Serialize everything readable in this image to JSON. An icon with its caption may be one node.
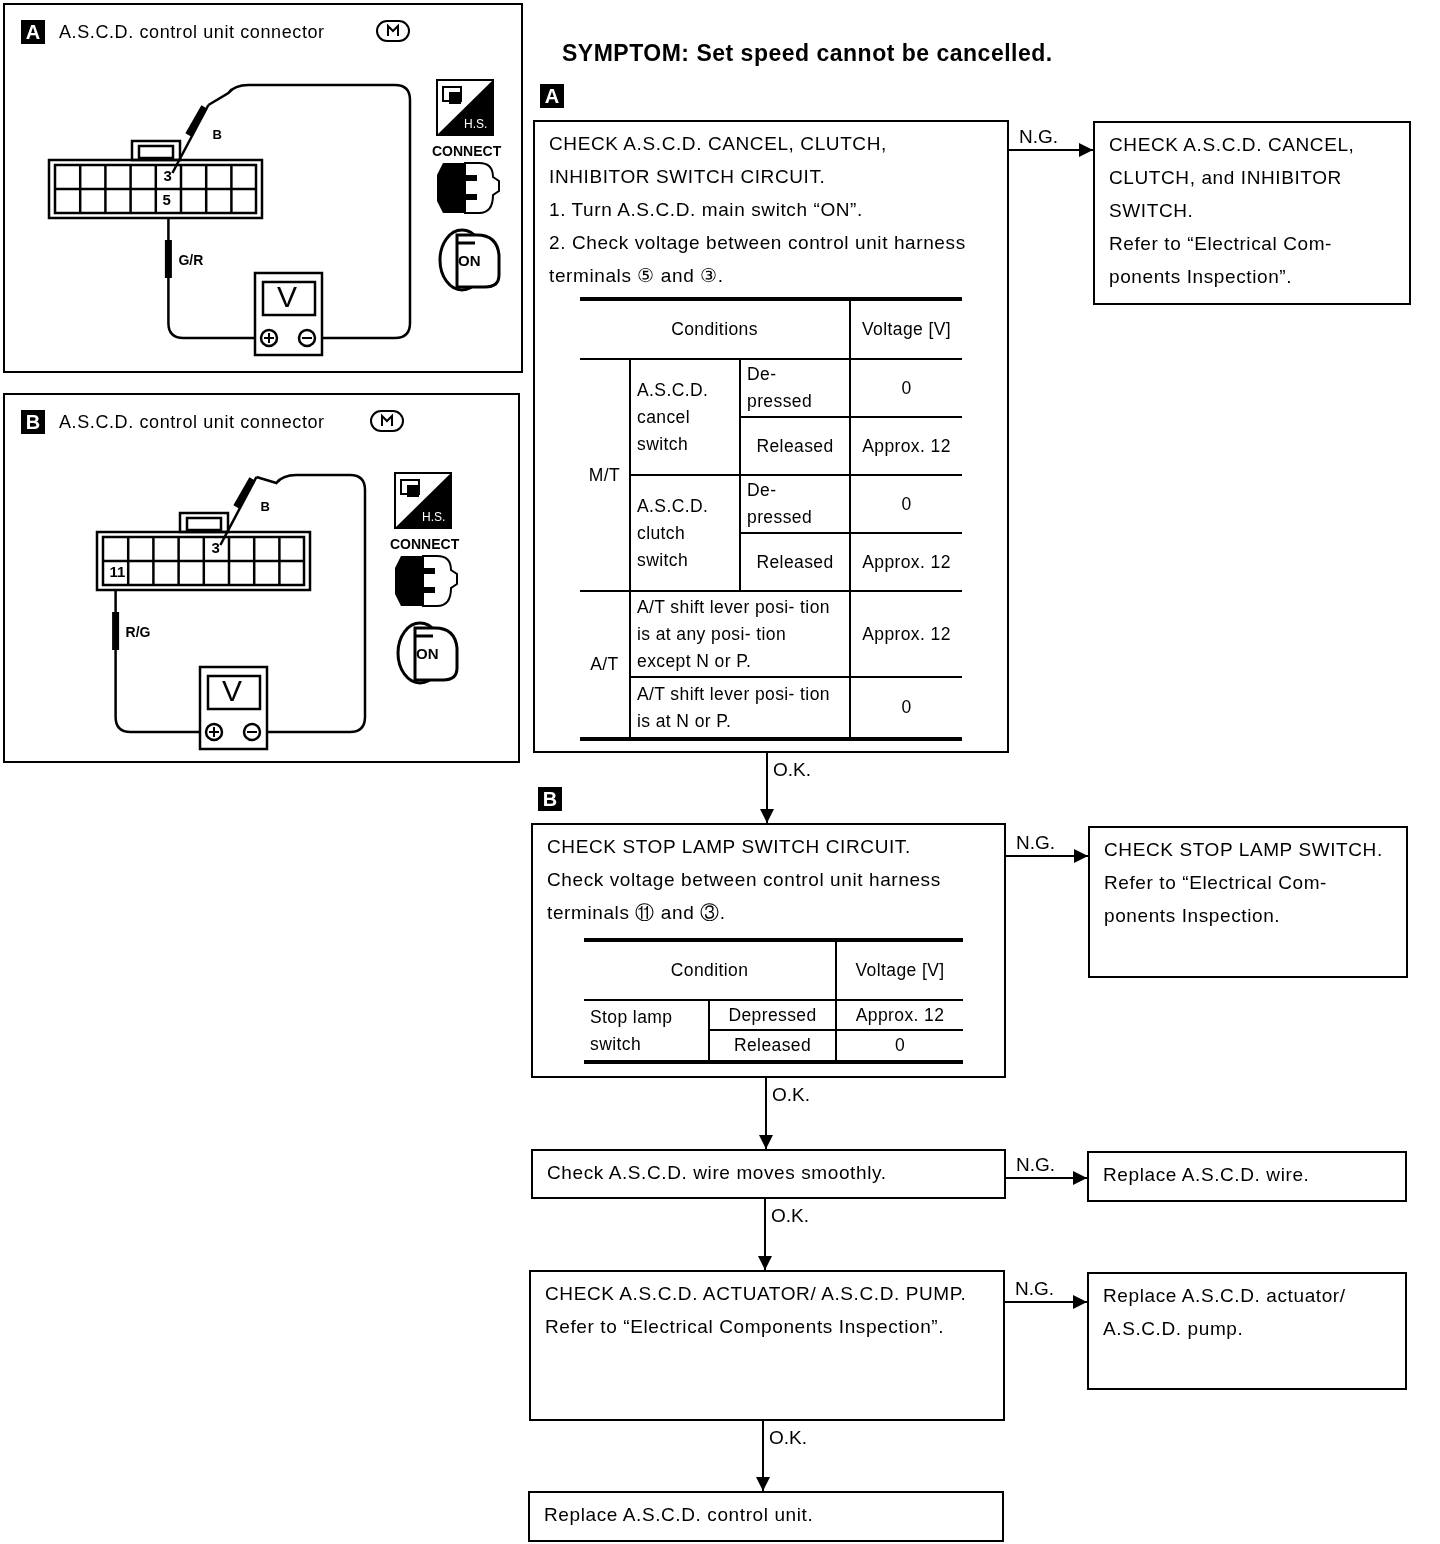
{
  "diagram": {
    "title": "SYMPTOM: Set speed cannot be cancelled.",
    "nodes": [
      {
        "text": [
          "A",
          "A.S.C.D. control unit connector"
        ]
      },
      {
        "text": [
          "B",
          "A.S.C.D. control unit connector"
        ]
      },
      {
        "text": [
          "CHECK A.S.C.D. CANCEL, CLUTCH, INHIBITOR SWITCH CIRCUIT.",
          "1. Turn A.S.C.D. main switch “ON”.",
          "2. Check voltage between control unit harness terminals ⑤ and ③.",
          "Conditions",
          "Voltage [V]",
          "M/T",
          "A.S.C.D. cancel switch",
          "De- pressed",
          "0",
          "Released",
          "Approx. 12",
          "A.S.C.D. clutch switch",
          "De- pressed",
          "0",
          "Released",
          "Approx. 12",
          "A/T",
          "A/T shift lever posi- tion is at any posi- tion except N or P.",
          "Approx. 12",
          "A/T shift lever posi- tion is at N or P.",
          "0"
        ],
        "beside": [
          "A"
        ]
      },
      {
        "text": [
          "CHECK A.S.C.D. CANCEL, CLUTCH, and INHIBITOR SWITCH.",
          "Refer to “Electrical Com- ponents Inspection”."
        ]
      },
      {
        "text": [
          "CHECK STOP LAMP SWITCH CIRCUIT.",
          "Check voltage between control unit harness terminals ⑪ and ③.",
          "Condition",
          "Voltage [V]",
          "Stop lamp switch",
          "Depressed",
          "Approx. 12",
          "Released",
          "0"
        ],
        "beside": [
          "B"
        ]
      },
      {
        "text": [
          "CHECK STOP LAMP SWITCH.",
          "Refer to “Electrical Com- ponents Inspection."
        ]
      },
      {
        "text": [
          "Check A.S.C.D. wire moves smoothly."
        ]
      },
      {
        "text": [
          "Replace A.S.C.D. wire."
        ]
      },
      {
        "text": [
          "CHECK A.S.C.D. ACTUATOR/ A.S.C.D. PUMP.",
          "Refer to “Electrical Components Inspection”."
        ]
      },
      {
        "text": [
          "Replace A.S.C.D. actuator/ A.S.C.D. pump."
        ]
      },
      {
        "text": [
          "Replace A.S.C.D. control unit."
        ]
      }
    ],
    "edges": [
      {
        "from": 2,
        "to": 3,
        "arrow": "to",
        "label": "N.G."
      },
      {
        "from": 2,
        "to": 4,
        "arrow": "to",
        "label": "O.K."
      },
      {
        "from": 4,
        "to": 5,
        "arrow": "to",
        "label": "N.G."
      },
      {
        "from": 4,
        "to": 6,
        "arrow": "to",
        "label": "O.K."
      },
      {
        "from": 6,
        "to": 7,
        "arrow": "to",
        "label": "N.G."
      },
      {
        "from": 6,
        "to": 8,
        "arrow": "to",
        "label": "O.K."
      },
      {
        "from": 8,
        "to": 9,
        "arrow": "to",
        "label": "N.G."
      },
      {
        "from": 8,
        "to": 10,
        "arrow": "to",
        "label": "O.K."
      }
    ],
    "labels": [
      "3",
      "B",
      "5",
      "G/R",
      "V",
      "H.S.",
      "CONNECT",
      "ON",
      "3",
      "B",
      "11",
      "R/G",
      "V",
      "H.S.",
      "CONNECT",
      "ON"
    ]
  }
}
